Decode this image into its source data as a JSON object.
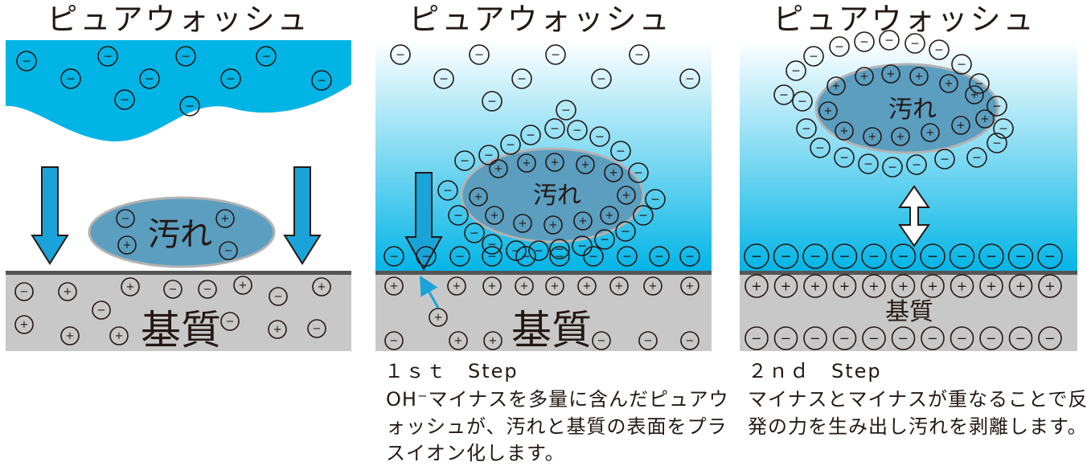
{
  "panels": [
    {
      "title": "ピュアウォッシュ",
      "dirt_label": "汚れ",
      "substrate_label": "基質"
    },
    {
      "title": "ピュアウォッシュ",
      "dirt_label": "汚れ",
      "substrate_label": "基質",
      "step_label": "１ｓｔ　Step",
      "caption": [
        "OH⁻マイナスを多量に含んだピュアウ",
        "ォッシュが、汚れと基質の表面をプラ",
        "スイオン化します。"
      ]
    },
    {
      "title": "ピュアウォッシュ",
      "dirt_label": "汚れ",
      "substrate_label": "基質",
      "step_label": "２ｎｄ　Step",
      "caption": [
        "マイナスとマイナスが重なることで反",
        "発の力を生み出し汚れを剥離します。"
      ]
    }
  ],
  "ion_symbols": {
    "minus": "−",
    "plus": "+"
  },
  "colors": {
    "water": "#00b4e6",
    "dirt_fill": "#5b9ec0",
    "dirt_stroke": "#b3b3b3",
    "substrate": "#c8c8c8",
    "substrate_edge": "#555555",
    "arrow": "#1aa3d8"
  }
}
